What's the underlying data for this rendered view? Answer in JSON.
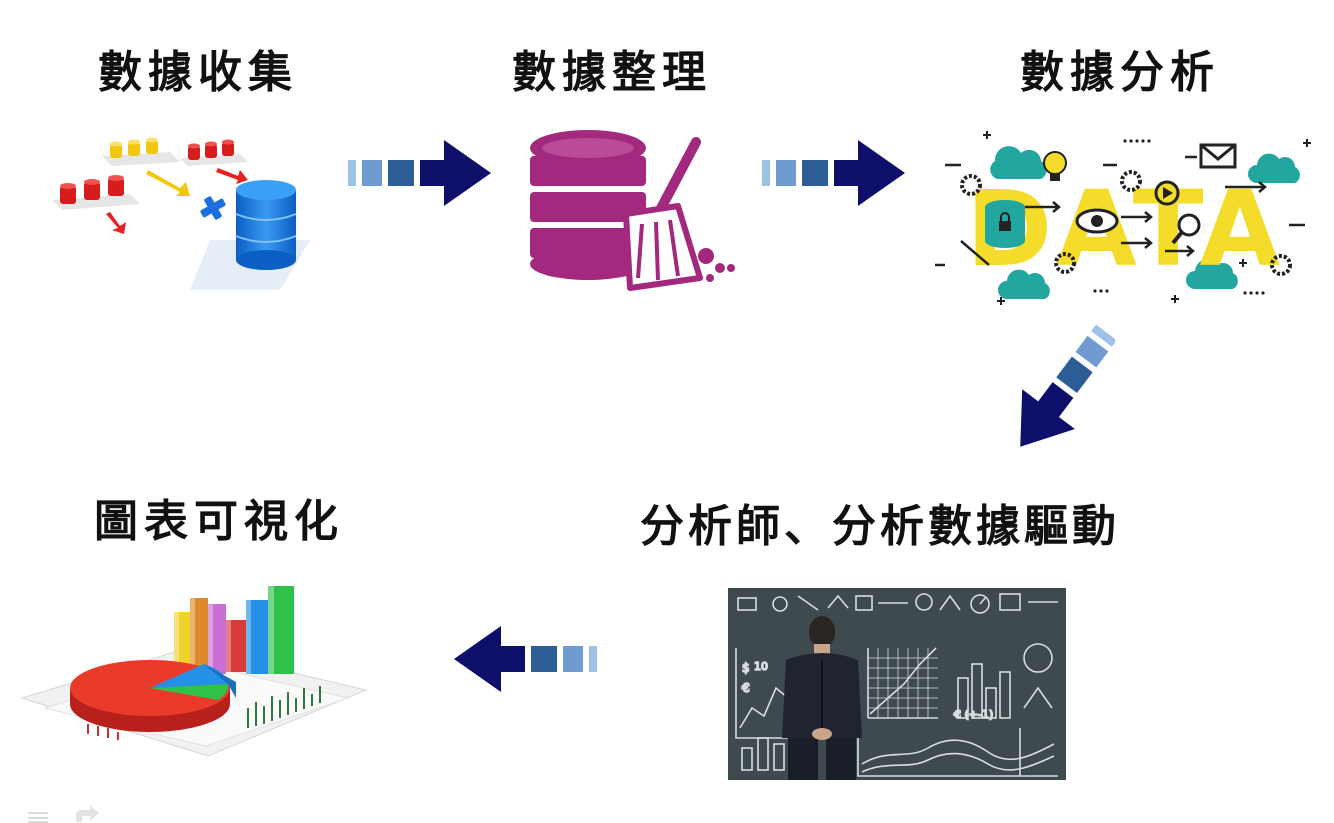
{
  "steps": [
    {
      "label": "數據收集"
    },
    {
      "label": "數據整理"
    },
    {
      "label": "數據分析"
    },
    {
      "label": "分析師、分析數據驅動"
    },
    {
      "label": "圖表可視化"
    }
  ],
  "data_word": "DATA",
  "colors": {
    "arrow_dark": "#0d0f6b",
    "arrow_mid": "#2d5d95",
    "arrow_light": "#6f9bd0",
    "arrow_pale": "#9ec1e8",
    "db_blue": "#1a78e0",
    "db_purple": "#a2297e",
    "data_yellow": "#f5dc2a",
    "cloud_teal": "#22a6a0",
    "chalkboard": "#3e4a4e"
  },
  "icons": {
    "collection": "data-collection-icon",
    "cleaning": "database-broom-icon",
    "analysis": "data-analysis-icon",
    "analyst": "analyst-chalkboard-icon",
    "visualization": "3d-chart-icon"
  }
}
